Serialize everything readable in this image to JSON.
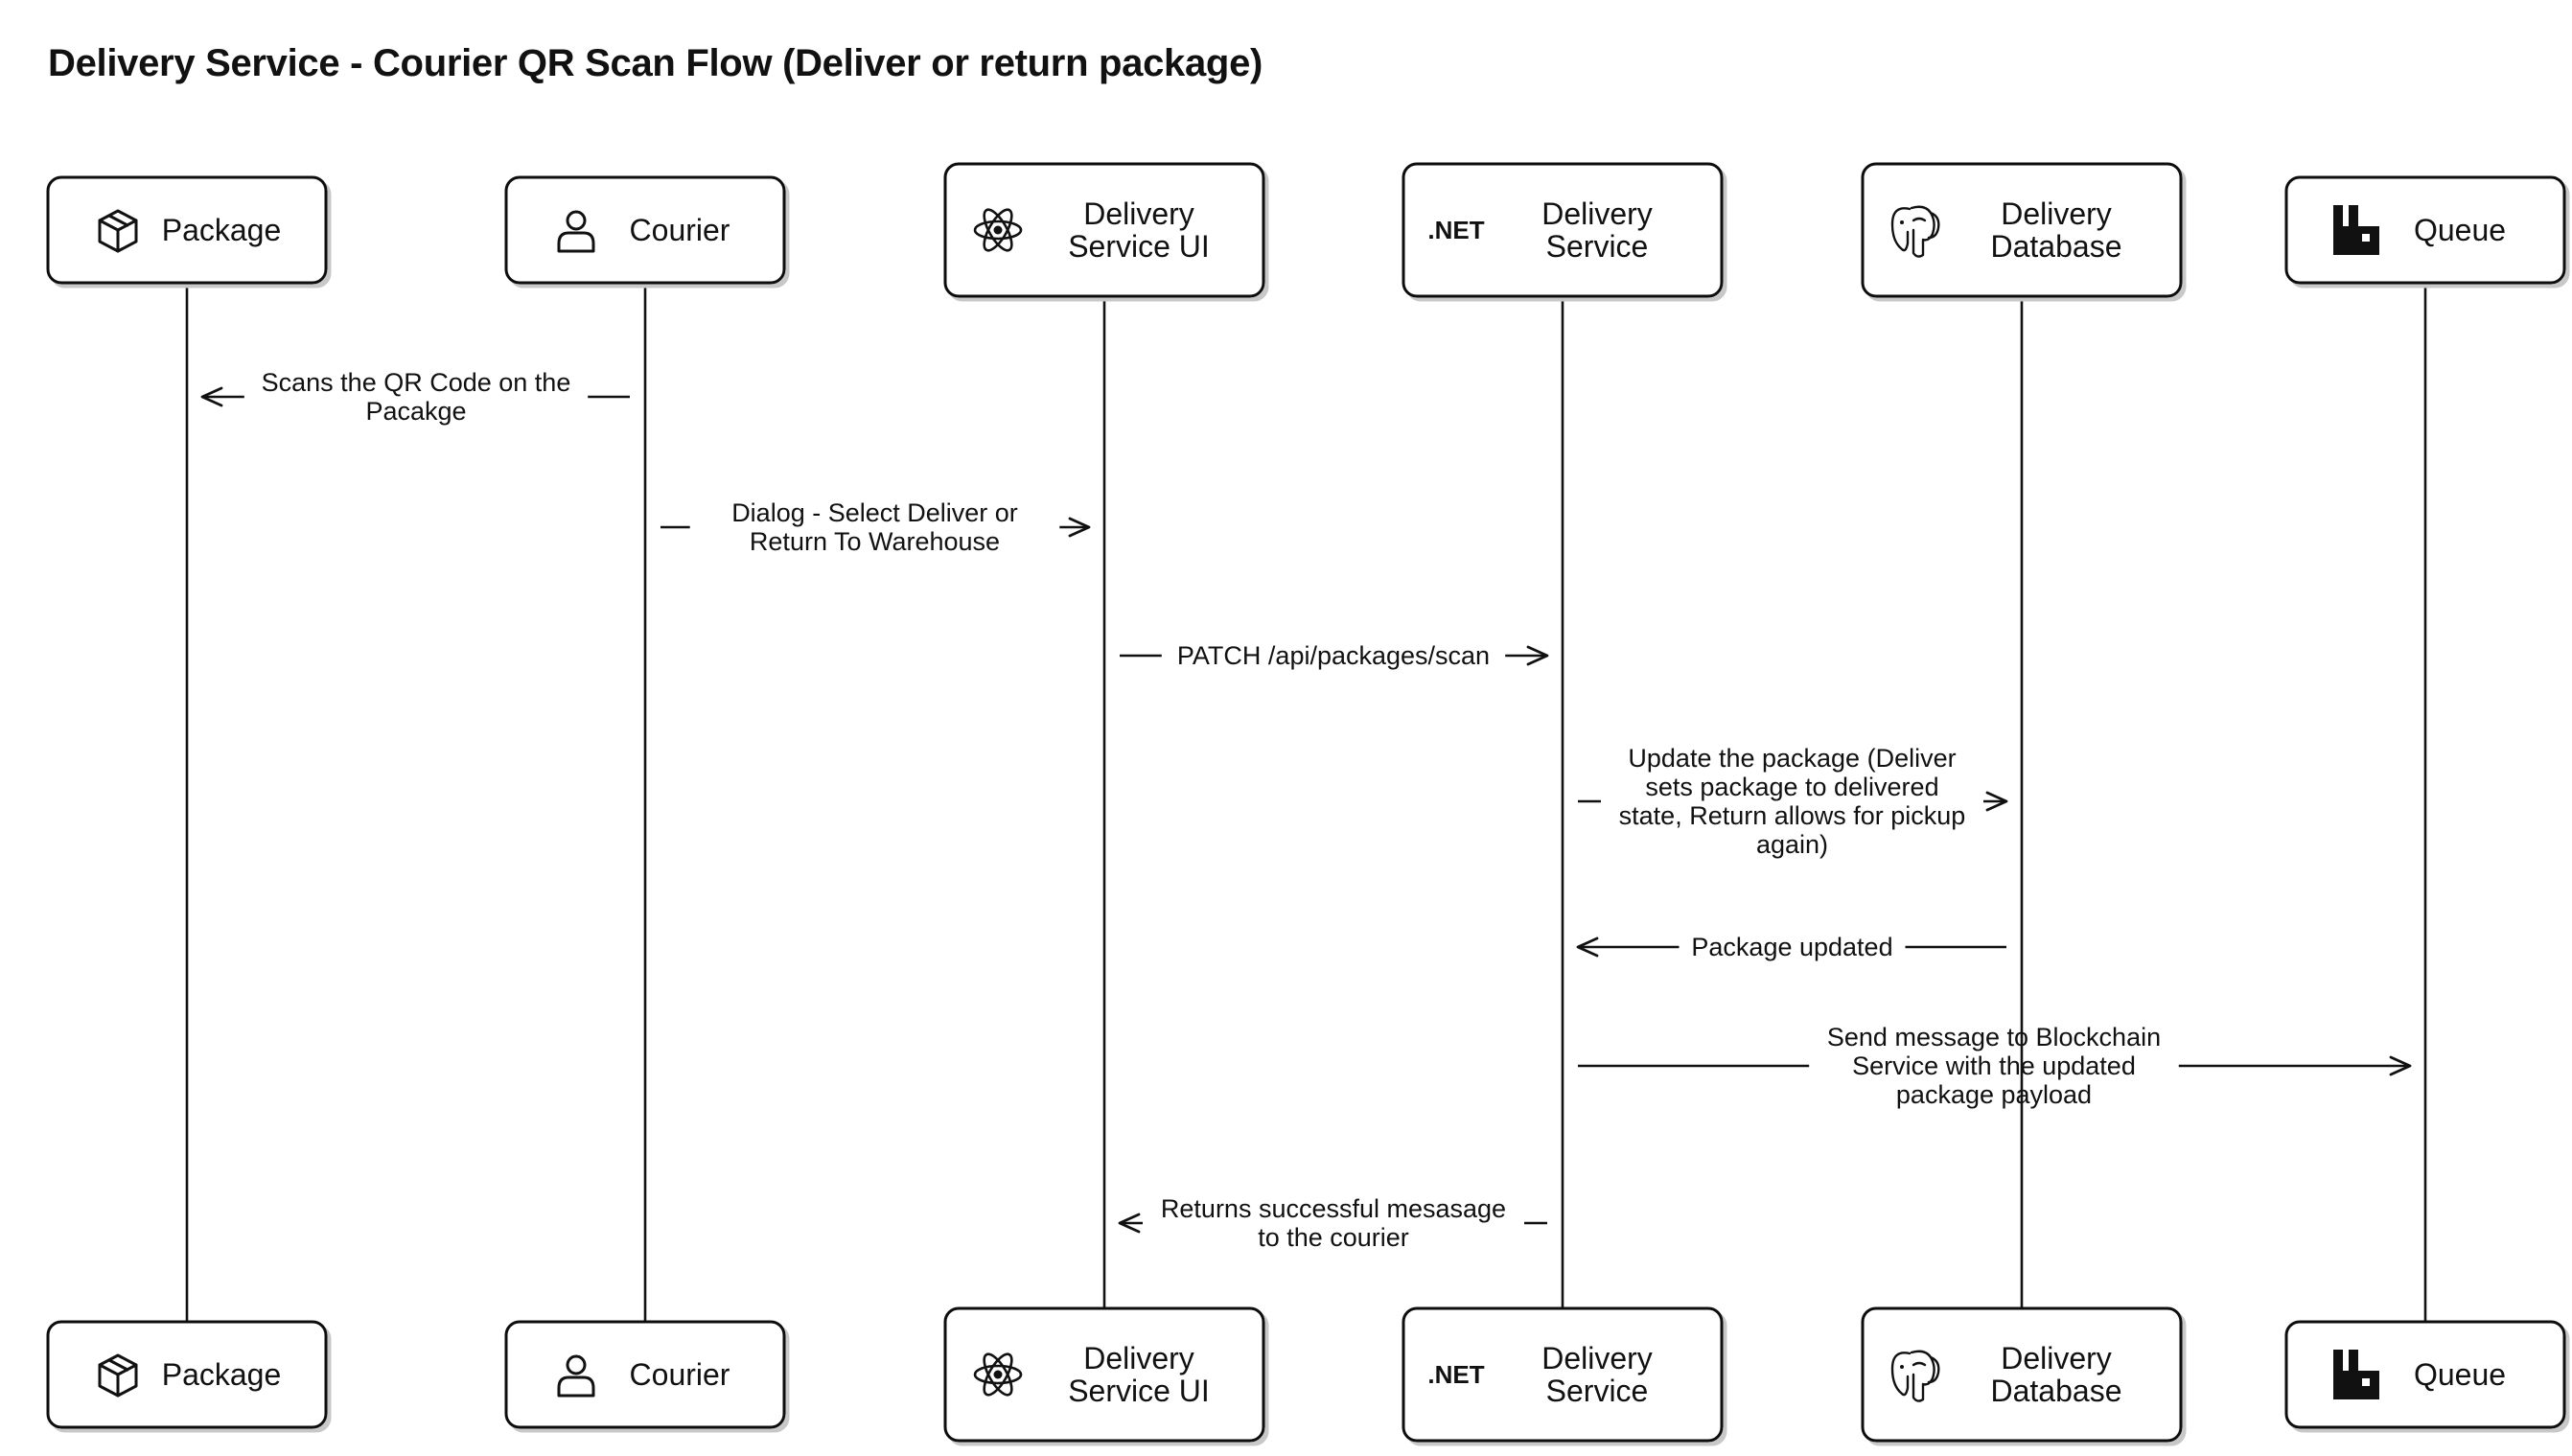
{
  "title": "Delivery Service - Courier QR Scan Flow (Deliver or return package)",
  "participants": [
    {
      "id": "package",
      "label_lines": [
        "Package"
      ],
      "icon": "package-icon"
    },
    {
      "id": "courier",
      "label_lines": [
        "Courier"
      ],
      "icon": "user-icon"
    },
    {
      "id": "ui",
      "label_lines": [
        "Delivery",
        "Service UI"
      ],
      "icon": "react-icon"
    },
    {
      "id": "service",
      "label_lines": [
        "Delivery",
        "Service"
      ],
      "icon": "dotnet-icon",
      "icon_text": ".NET"
    },
    {
      "id": "db",
      "label_lines": [
        "Delivery",
        "Database"
      ],
      "icon": "postgresql-icon"
    },
    {
      "id": "queue",
      "label_lines": [
        "Queue"
      ],
      "icon": "rabbitmq-icon"
    }
  ],
  "messages": [
    {
      "from": "courier",
      "to": "package",
      "lines": [
        "Scans the QR Code on the",
        "Pacakge"
      ]
    },
    {
      "from": "courier",
      "to": "ui",
      "lines": [
        "Dialog - Select Deliver or",
        "Return To Warehouse"
      ]
    },
    {
      "from": "ui",
      "to": "service",
      "lines": [
        "PATCH /api/packages/scan"
      ]
    },
    {
      "from": "service",
      "to": "db",
      "lines": [
        "Update the package (Deliver",
        "sets package to delivered",
        "state, Return allows for pickup",
        "again)"
      ]
    },
    {
      "from": "db",
      "to": "service",
      "lines": [
        "Package updated"
      ]
    },
    {
      "from": "service",
      "to": "queue",
      "lines": [
        "Send message to Blockchain",
        "Service with the updated",
        "package payload"
      ]
    },
    {
      "from": "service",
      "to": "ui",
      "lines": [
        "Returns successful mesasage",
        "to the courier"
      ]
    }
  ]
}
